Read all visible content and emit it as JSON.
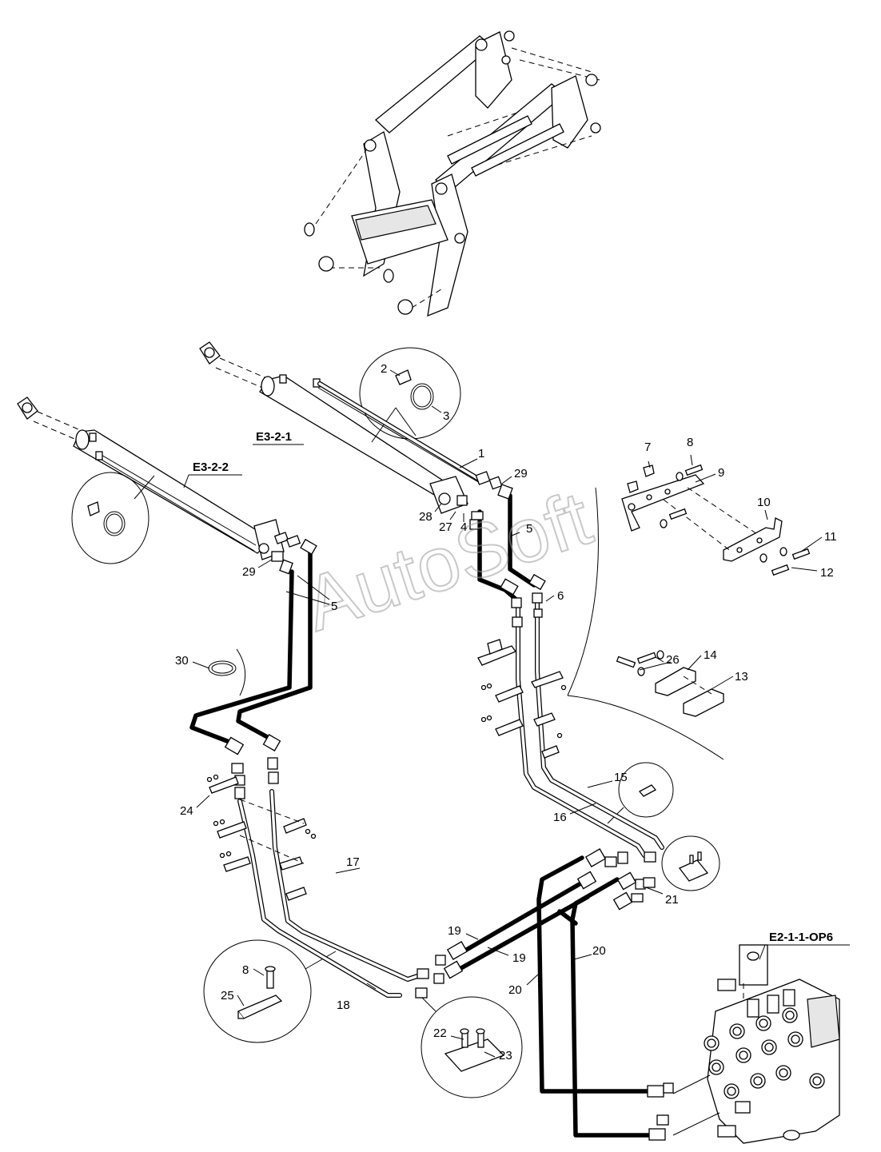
{
  "watermark": "AutoSoft",
  "references": {
    "e321": "E3-2-1",
    "e322": "E3-2-2",
    "e211": "E2-1-1-OP6"
  },
  "callouts": {
    "c1": "1",
    "c2": "2",
    "c3": "3",
    "c4": "4",
    "c5a": "5",
    "c5b": "5",
    "c6": "6",
    "c7": "7",
    "c8a": "8",
    "c8b": "8",
    "c9": "9",
    "c10": "10",
    "c11": "11",
    "c12": "12",
    "c13": "13",
    "c14": "14",
    "c15": "15",
    "c16": "16",
    "c17": "17",
    "c18": "18",
    "c19a": "19",
    "c19b": "19",
    "c20a": "20",
    "c20b": "20",
    "c21": "21",
    "c22": "22",
    "c23": "23",
    "c24": "24",
    "c25": "25",
    "c26": "26",
    "c27": "27",
    "c28": "28",
    "c29a": "29",
    "c29b": "29",
    "c30": "30"
  }
}
